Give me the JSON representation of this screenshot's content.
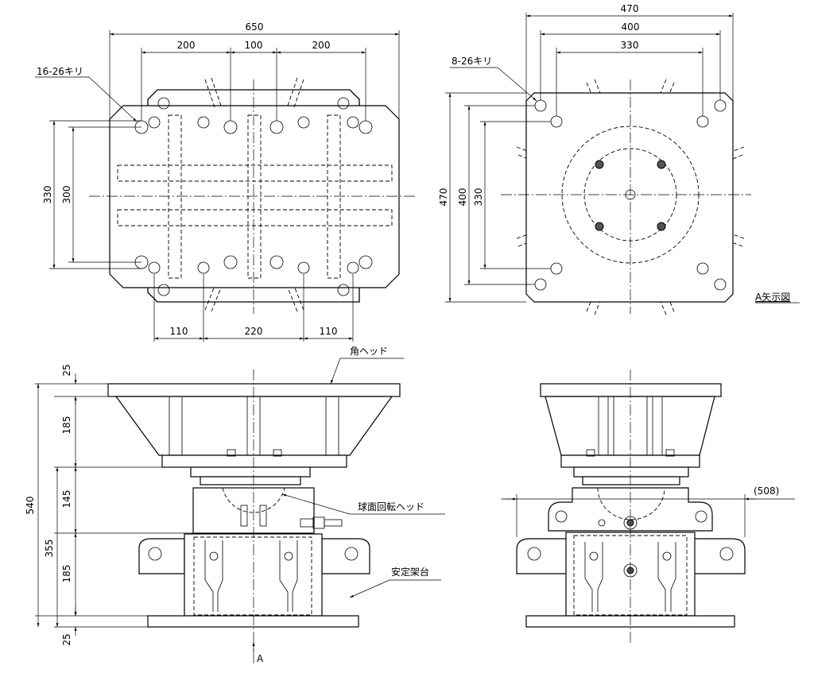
{
  "top_view": {
    "dims": {
      "overall_width": "650",
      "seg_left": "200",
      "seg_mid": "100",
      "seg_right": "200",
      "bottom_left": "110",
      "bottom_mid": "220",
      "bottom_right": "110",
      "height_outer": "330",
      "height_inner": "300"
    },
    "hole_note": "16-26キリ"
  },
  "side_view": {
    "dims": {
      "overall_height": "540",
      "sub_height": "355",
      "top_plate": "25",
      "head_height": "185",
      "middle": "145",
      "lower": "185",
      "base_plate": "25"
    },
    "labels": {
      "square_head": "角ヘッド",
      "spherical_head": "球面回転ヘッド",
      "stable_stand": "安定架台",
      "view_arrow": "A"
    }
  },
  "a_view": {
    "dims": {
      "width_outer": "470",
      "width_mid": "400",
      "width_inner": "330",
      "height_outer": "470",
      "height_mid": "400",
      "height_inner": "330"
    },
    "hole_note": "8-26キリ",
    "title": "A矢示図"
  },
  "front_view": {
    "dims": {
      "ref_width": "(508)"
    }
  }
}
